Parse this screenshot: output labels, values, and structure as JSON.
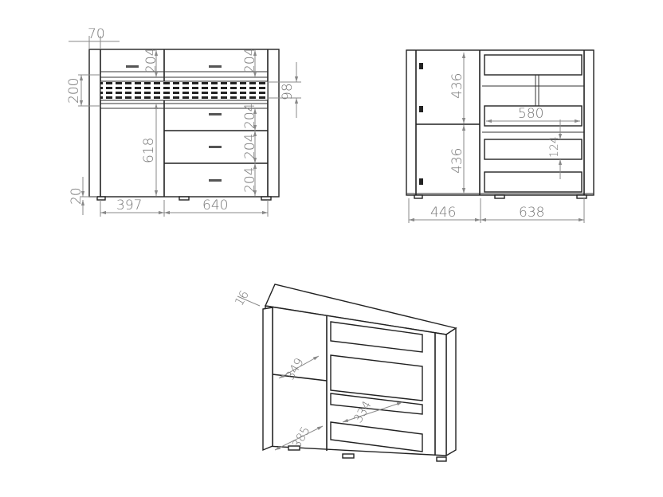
{
  "front_view": {
    "dimensions": {
      "side_width": "70",
      "top_drawer_left": "204",
      "top_drawer_right": "204",
      "band_height": "200",
      "rattan_height": "98",
      "door_height": "618",
      "drawer_1": "204",
      "drawer_2": "204",
      "drawer_3": "204",
      "foot_height": "20",
      "left_width": "397",
      "right_width": "640"
    }
  },
  "open_view": {
    "dimensions": {
      "shelf_upper": "436",
      "shelf_lower": "436",
      "drawer_inner_width": "580",
      "drawer_height": "124",
      "left_width": "446",
      "right_width": "638"
    }
  },
  "iso_view": {
    "dimensions": {
      "panel_thickness": "16",
      "shelf_depth": "349",
      "drawer_depth": "334",
      "cabinet_depth": "385"
    }
  }
}
